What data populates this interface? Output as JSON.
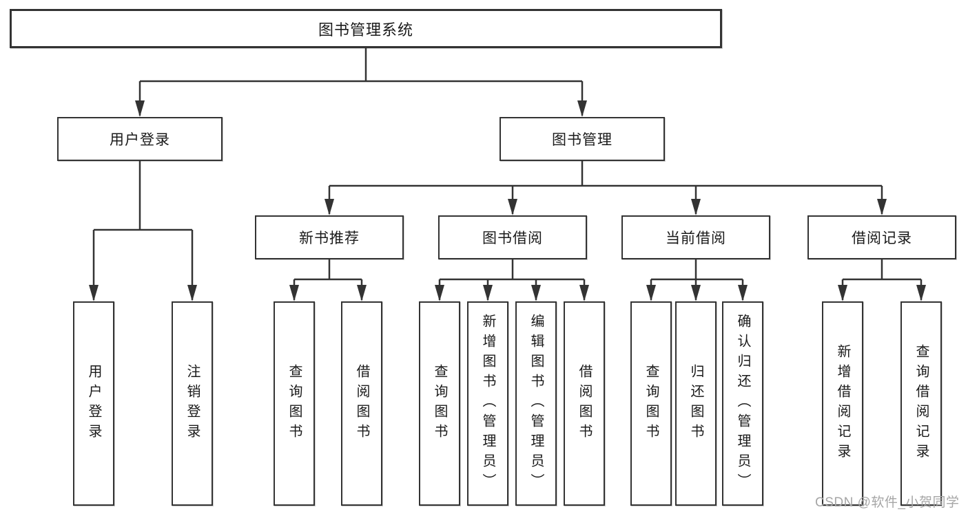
{
  "colors": {
    "line": "#333333",
    "border": "#333333",
    "text": "#1a1a1a",
    "watermark": "#a6a6a6",
    "background": "#ffffff"
  },
  "watermark": "CSDN @软件_小贺同学",
  "tree": {
    "label": "图书管理系统",
    "children": [
      {
        "label": "用户登录",
        "children": [
          {
            "label": "用户登录"
          },
          {
            "label": "注销登录"
          }
        ]
      },
      {
        "label": "图书管理",
        "children": [
          {
            "label": "新书推荐",
            "children": [
              {
                "label": "查询图书"
              },
              {
                "label": "借阅图书"
              }
            ]
          },
          {
            "label": "图书借阅",
            "children": [
              {
                "label": "查询图书"
              },
              {
                "label": "新增图书（管理员）"
              },
              {
                "label": "编辑图书（管理员）"
              },
              {
                "label": "借阅图书"
              }
            ]
          },
          {
            "label": "当前借阅",
            "children": [
              {
                "label": "查询图书"
              },
              {
                "label": "归还图书"
              },
              {
                "label": "确认归还（管理员）"
              }
            ]
          },
          {
            "label": "借阅记录",
            "children": [
              {
                "label": "新增借阅记录"
              },
              {
                "label": "查询借阅记录"
              }
            ]
          }
        ]
      }
    ]
  }
}
